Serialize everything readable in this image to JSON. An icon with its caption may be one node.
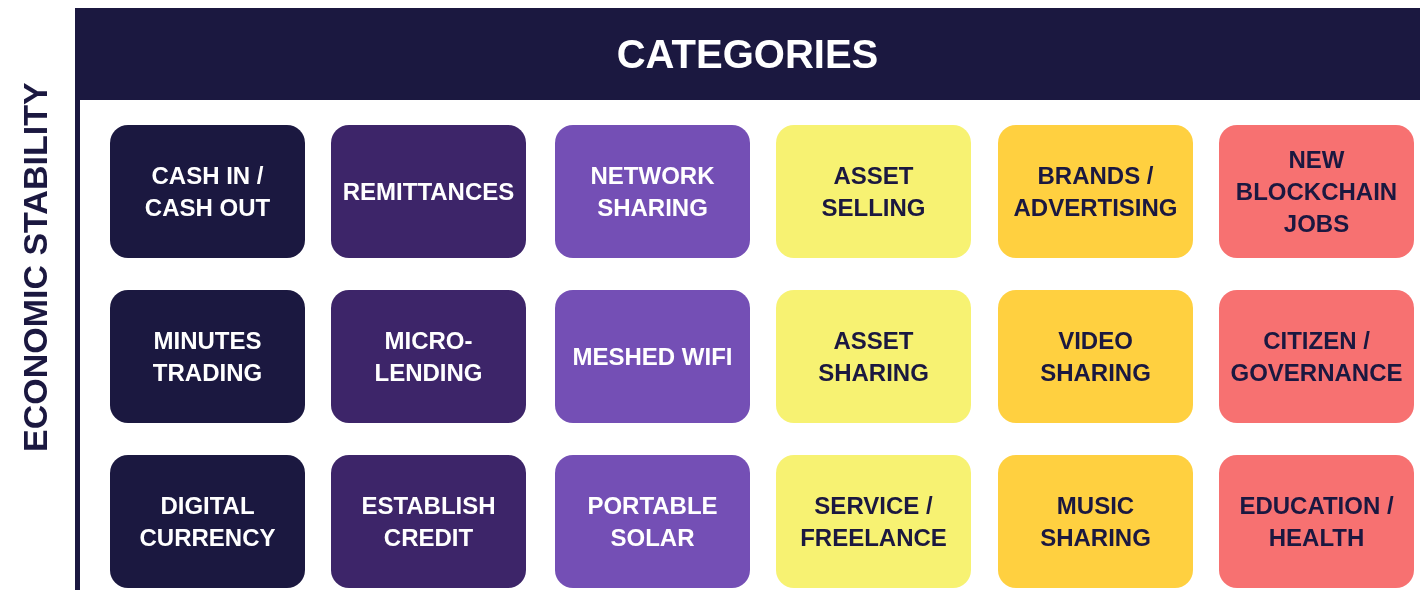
{
  "diagram": {
    "nodes": [
      {
        "text": [
          "CATEGORIES"
        ]
      },
      {
        "text": [
          "CASH IN / CASH OUT"
        ]
      },
      {
        "text": [
          "REMITTANCES"
        ]
      },
      {
        "text": [
          "NETWORK SHARING"
        ]
      },
      {
        "text": [
          "ASSET SELLING"
        ]
      },
      {
        "text": [
          "BRANDS / ADVERTISING"
        ]
      },
      {
        "text": [
          "NEW BLOCKCHAIN JOBS"
        ]
      },
      {
        "text": [
          "MINUTES TRADING"
        ]
      },
      {
        "text": [
          "MICRO-LENDING"
        ]
      },
      {
        "text": [
          "MESHED WIFI"
        ]
      },
      {
        "text": [
          "ASSET SHARING"
        ]
      },
      {
        "text": [
          "VIDEO SHARING"
        ]
      },
      {
        "text": [
          "CITIZEN / GOVERNANCE"
        ]
      },
      {
        "text": [
          "DIGITAL CURRENCY"
        ]
      },
      {
        "text": [
          "ESTABLISH CREDIT"
        ]
      },
      {
        "text": [
          "PORTABLE SOLAR"
        ]
      },
      {
        "text": [
          "SERVICE / FREELANCE"
        ]
      },
      {
        "text": [
          "MUSIC SHARING"
        ]
      },
      {
        "text": [
          "EDUCATION / HEALTH"
        ]
      }
    ],
    "labels": [
      "ECONOMIC STABILITY"
    ]
  }
}
